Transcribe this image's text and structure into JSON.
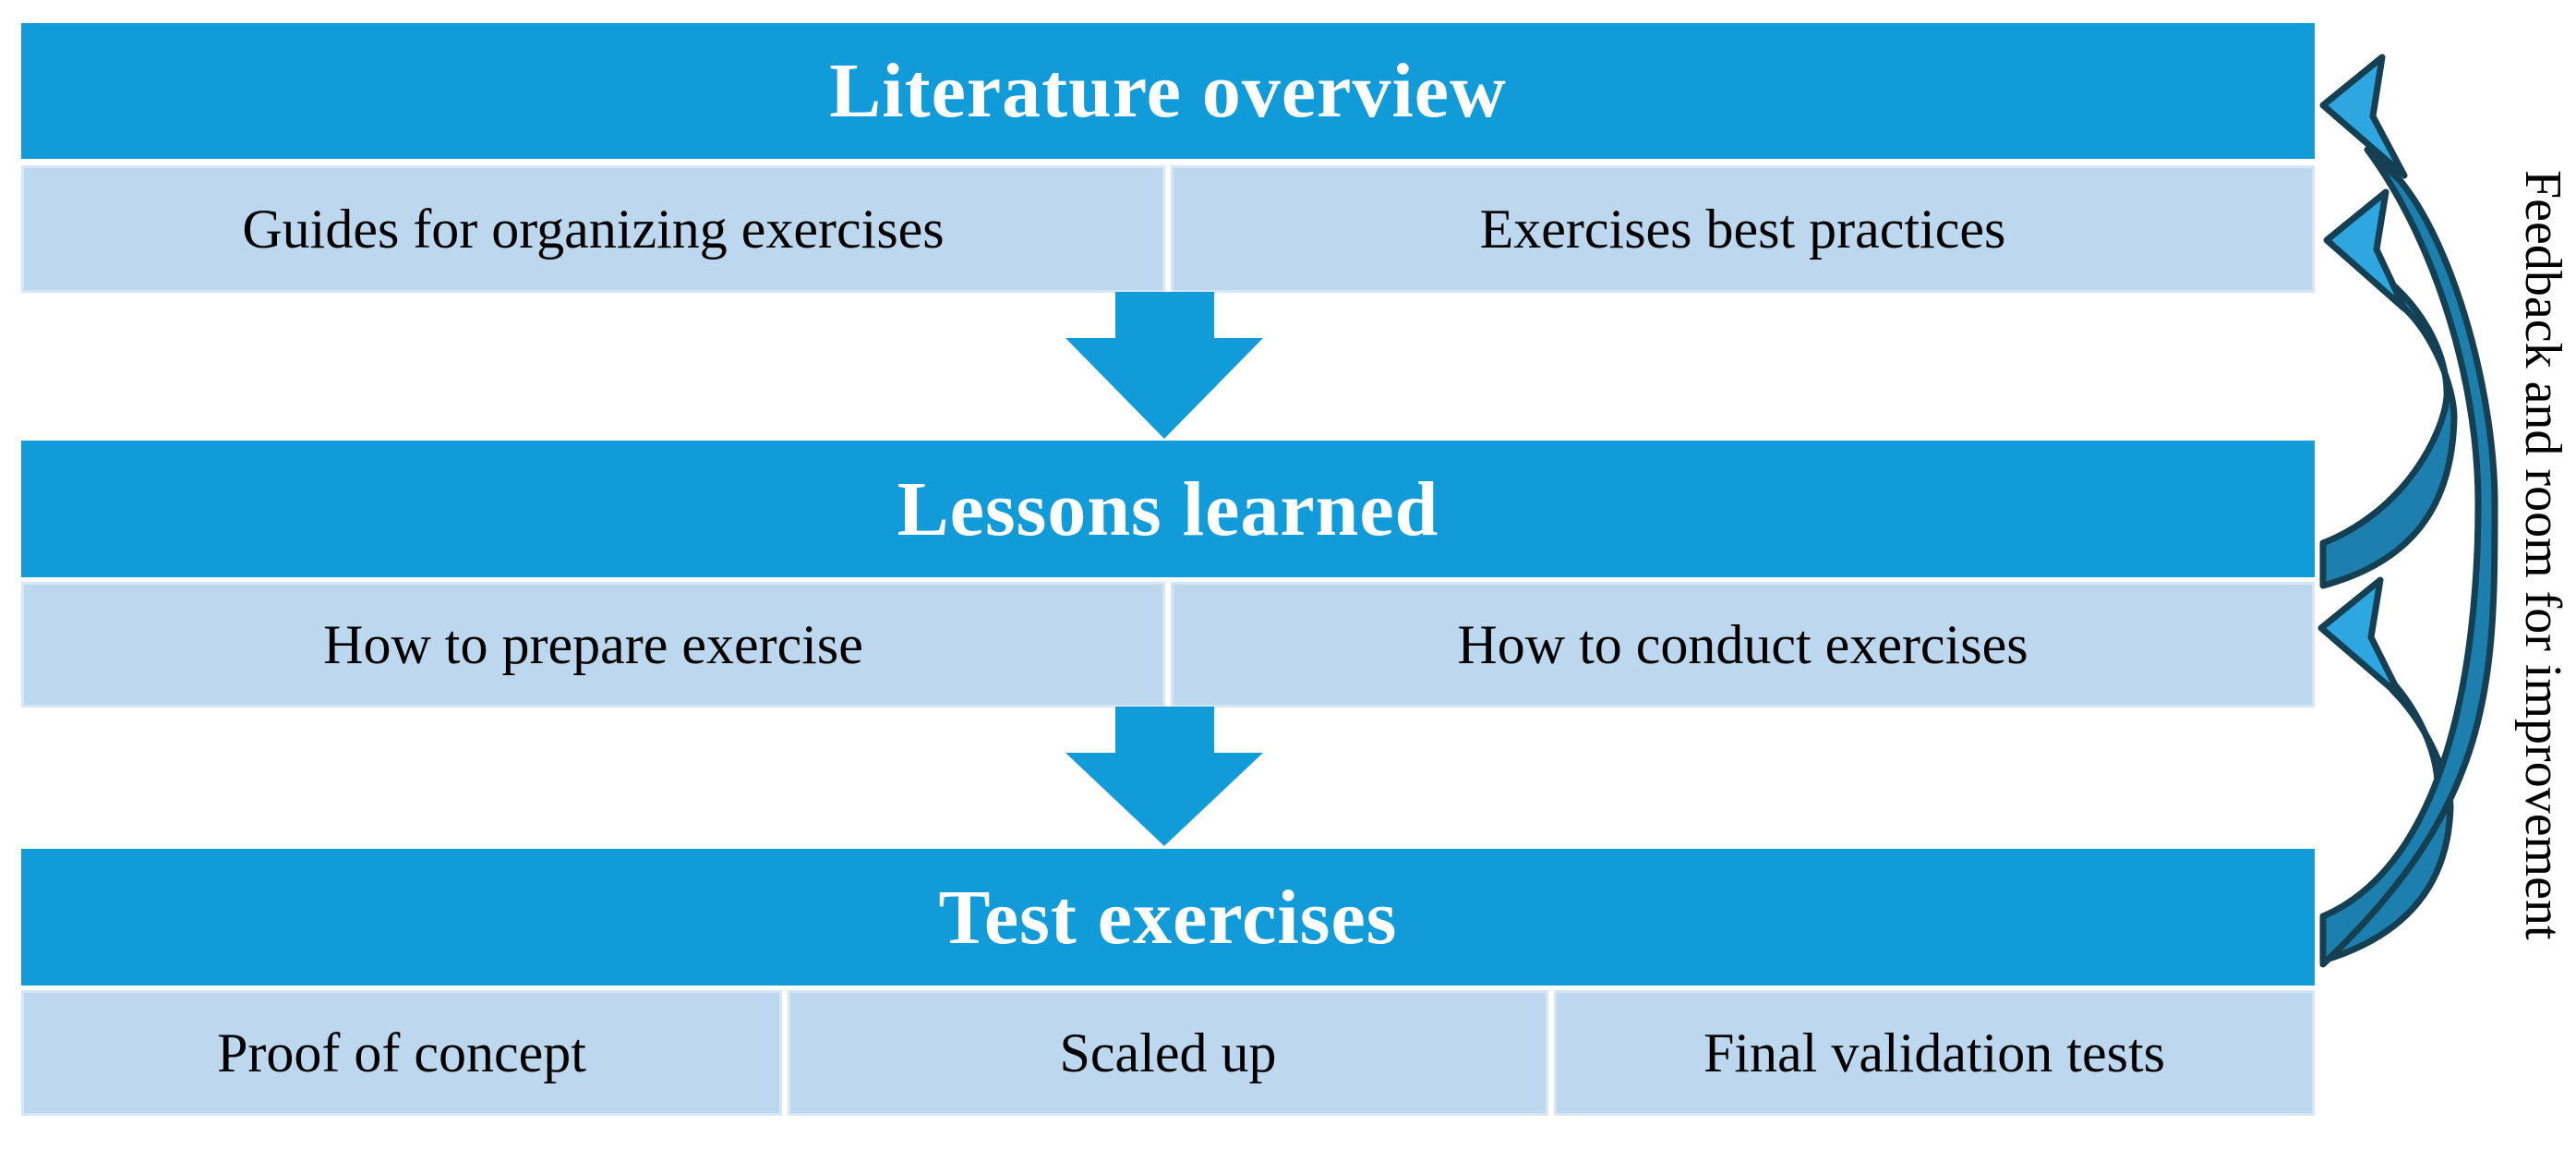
{
  "palette": {
    "background": "#FFFFFF",
    "header_blue": "#119CD9",
    "cell_blue": "#BCD7EE",
    "cell_border": "#D6E6F4",
    "down_arrow_blue": "#119CD9",
    "curve_band_fill": "#1C7FAE",
    "curve_head_fill": "#2EA6DF",
    "curve_outline": "#153F52",
    "header_text_color": "#FFFFFF",
    "cell_text_color": "#000000",
    "side_label_color": "#000000"
  },
  "sections": [
    {
      "title": "Literature overview",
      "cells": [
        "Guides for organizing exercises",
        "Exercises best practices"
      ]
    },
    {
      "title": "Lessons learned",
      "cells": [
        "How to prepare exercise",
        "How to conduct exercises"
      ]
    },
    {
      "title": "Test exercises",
      "cells": [
        "Proof of concept",
        "Scaled up",
        "Final validation tests"
      ]
    }
  ],
  "side_label": "Feedback and room for improvement",
  "connectors": {
    "down_arrows": [
      {
        "from": "Literature overview",
        "to": "Lessons learned"
      },
      {
        "from": "Lessons learned",
        "to": "Test exercises"
      }
    ],
    "feedback_arrows": [
      {
        "from": "Test exercises",
        "to": "Literature overview"
      },
      {
        "from": "Lessons learned",
        "to": "Exercises best practices"
      },
      {
        "from": "Test exercises",
        "to": "How to conduct exercises"
      }
    ]
  }
}
